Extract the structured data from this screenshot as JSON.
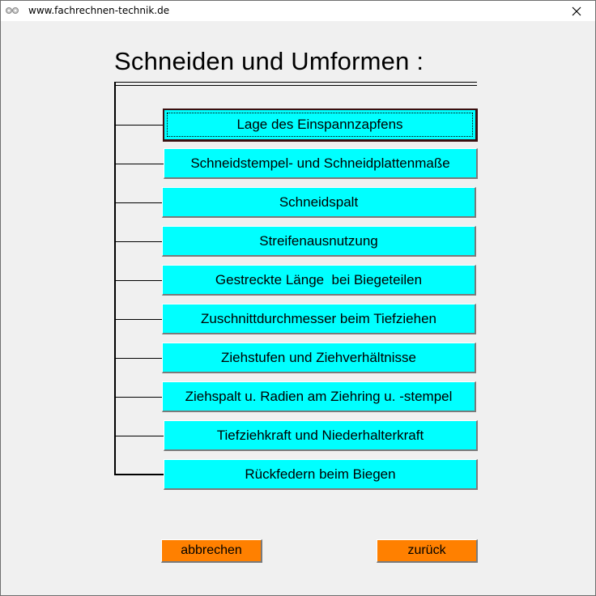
{
  "window": {
    "title": "www.fachrechnen-technik.de",
    "icon": "app-gears-icon",
    "close_icon": "close-icon"
  },
  "page": {
    "heading": "Schneiden und Umformen :"
  },
  "menu": {
    "items": [
      {
        "label": "Lage des Einspannzapfens",
        "focused": true
      },
      {
        "label": "Schneidstempel- und Schneidplattenmaße"
      },
      {
        "label": "Schneidspalt"
      },
      {
        "label": "Streifenausnutzung"
      },
      {
        "label": "Gestreckte Länge  bei Biegeteilen"
      },
      {
        "label": "Zuschnittdurchmesser beim Tiefziehen"
      },
      {
        "label": "Ziehstufen und Ziehverhältnisse"
      },
      {
        "label": "Ziehspalt u. Radien am Ziehring u. -stempel"
      },
      {
        "label": "Tiefziehkraft und Niederhalterkraft"
      },
      {
        "label": "Rückfedern beim Biegen"
      }
    ],
    "button_color": "#00ffff"
  },
  "footer": {
    "cancel_label": "abbrechen",
    "back_label": "zurück",
    "button_color": "#ff8000"
  }
}
